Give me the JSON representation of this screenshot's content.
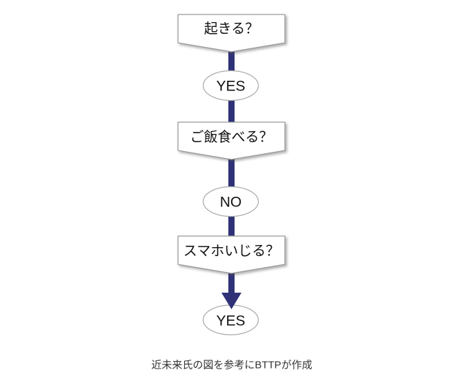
{
  "colors": {
    "background": "#ffffff",
    "connector": "#2f3277",
    "banner_border": "#999999",
    "ellipse_border": "#a9a9a9",
    "shape_fill": "#ffffff",
    "node_text": "#111111",
    "caption_text": "#333333"
  },
  "flowchart": {
    "steps": [
      {
        "shape": "banner",
        "label": "起きる？"
      },
      {
        "shape": "ellipse",
        "label": "YES"
      },
      {
        "shape": "banner",
        "label": "ご飯食べる？"
      },
      {
        "shape": "ellipse",
        "label": "NO"
      },
      {
        "shape": "banner",
        "label": "スマホいじる？"
      },
      {
        "shape": "ellipse",
        "label": "YES"
      }
    ],
    "caption": "近未来氏の図を参考にBTTPが作成"
  }
}
